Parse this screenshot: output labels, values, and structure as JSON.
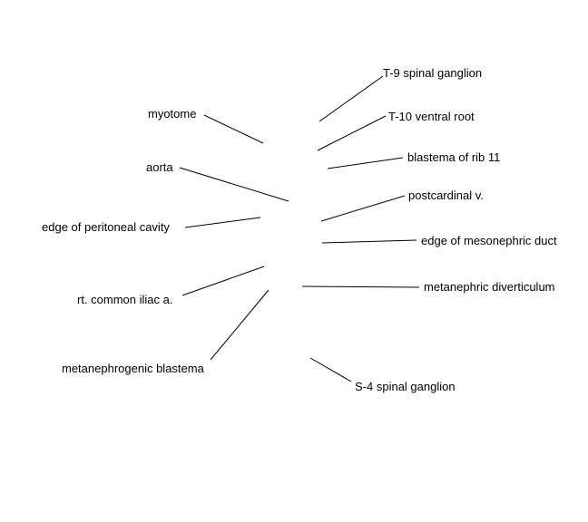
{
  "labels": {
    "t9_spinal_ganglion": "T-9 spinal ganglion",
    "t10_ventral_root": "T-10 ventral root",
    "blastema_rib_11": "blastema of rib 11",
    "postcardinal_v": "postcardinal v.",
    "edge_mesonephric_duct": "edge of mesonephric duct",
    "metanephric_diverticulum": "metanephric diverticulum",
    "s4_spinal_ganglion": "S-4 spinal ganglion",
    "myotome": "myotome",
    "aorta": "aorta",
    "edge_peritoneal_cavity": "edge of peritoneal cavity",
    "rt_common_iliac_a": "rt. common iliac a.",
    "metanephrogenic_blastema": "metanephrogenic blastema"
  },
  "colors": {
    "background": "#ffffff",
    "ink": "#000000"
  }
}
